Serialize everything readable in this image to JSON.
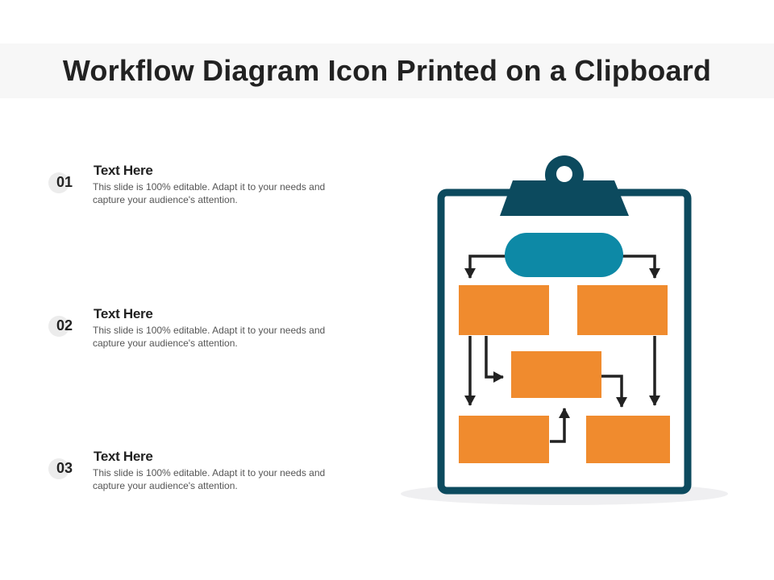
{
  "title": "Workflow Diagram Icon Printed on a Clipboard",
  "items": [
    {
      "number": "01",
      "heading": "Text Here",
      "body": "This slide is 100% editable. Adapt it to your needs and capture your audience's attention."
    },
    {
      "number": "02",
      "heading": "Text Here",
      "body": "This slide is 100% editable. Adapt it to your needs and capture your audience's attention."
    },
    {
      "number": "03",
      "heading": "Text Here",
      "body": "This slide is 100% editable. Adapt it to your needs and capture your audience's attention."
    }
  ],
  "colors": {
    "clipboard_frame": "#0c4a5e",
    "start_node": "#0d89a6",
    "process_box": "#f08b2e",
    "arrow": "#222222",
    "number_circle": "#ececec"
  },
  "icons": [
    "clipboard-icon",
    "workflow-diagram-icon"
  ]
}
